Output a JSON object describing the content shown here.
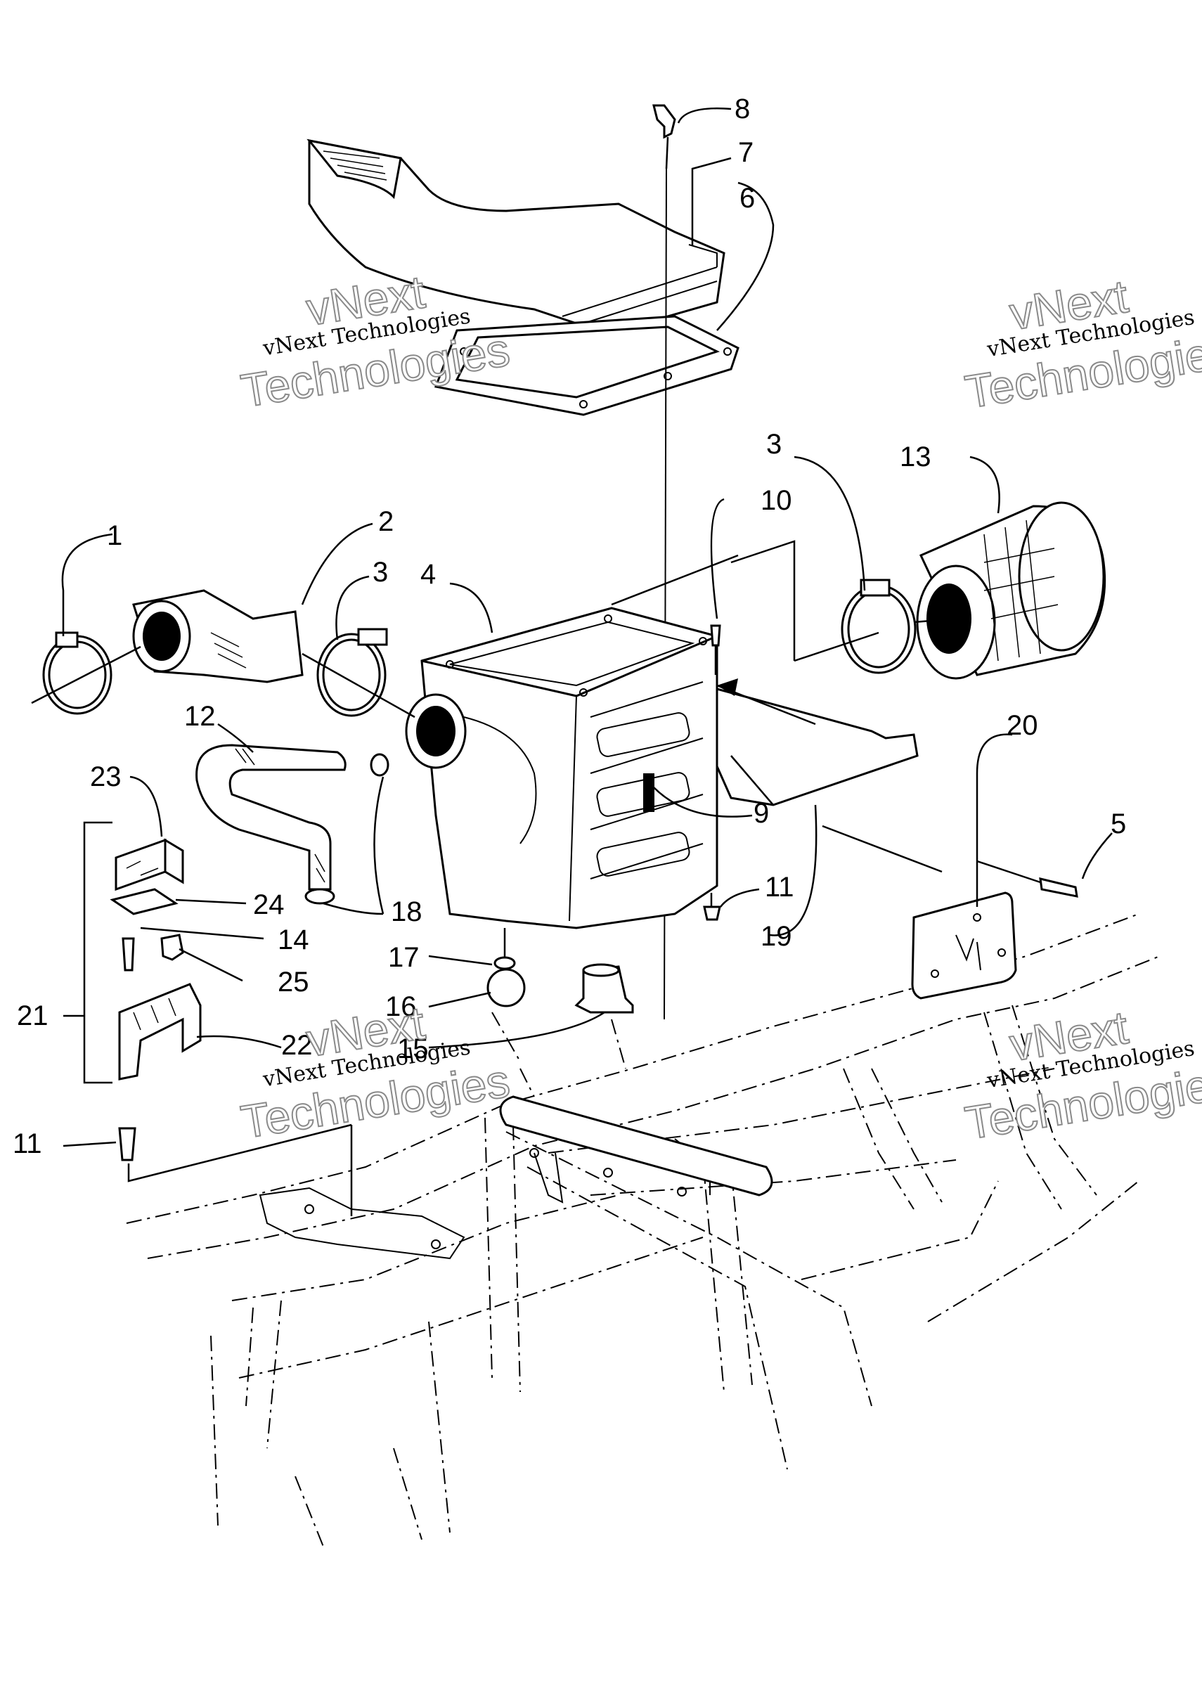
{
  "callouts": [
    {
      "id": "c1",
      "text": "1"
    },
    {
      "id": "c2",
      "text": "2"
    },
    {
      "id": "c3a",
      "text": "3"
    },
    {
      "id": "c3b",
      "text": "3"
    },
    {
      "id": "c4",
      "text": "4"
    },
    {
      "id": "c5",
      "text": "5"
    },
    {
      "id": "c6",
      "text": "6"
    },
    {
      "id": "c7",
      "text": "7"
    },
    {
      "id": "c8",
      "text": "8"
    },
    {
      "id": "c9",
      "text": "9"
    },
    {
      "id": "c10",
      "text": "10"
    },
    {
      "id": "c11a",
      "text": "11"
    },
    {
      "id": "c11b",
      "text": "11"
    },
    {
      "id": "c12",
      "text": "12"
    },
    {
      "id": "c13",
      "text": "13"
    },
    {
      "id": "c14",
      "text": "14"
    },
    {
      "id": "c15",
      "text": "15"
    },
    {
      "id": "c16",
      "text": "16"
    },
    {
      "id": "c17",
      "text": "17"
    },
    {
      "id": "c18",
      "text": "18"
    },
    {
      "id": "c19",
      "text": "19"
    },
    {
      "id": "c20",
      "text": "20"
    },
    {
      "id": "c21",
      "text": "21"
    },
    {
      "id": "c22",
      "text": "22"
    },
    {
      "id": "c23",
      "text": "23"
    },
    {
      "id": "c24",
      "text": "24"
    },
    {
      "id": "c25",
      "text": "25"
    }
  ],
  "watermark": {
    "line1": "vNext",
    "line2": "vNext Technologies",
    "line3": "Technologies"
  },
  "colors": {
    "ink": "#000000",
    "paper": "#ffffff",
    "watermark_outline": "#8a8a8a"
  }
}
